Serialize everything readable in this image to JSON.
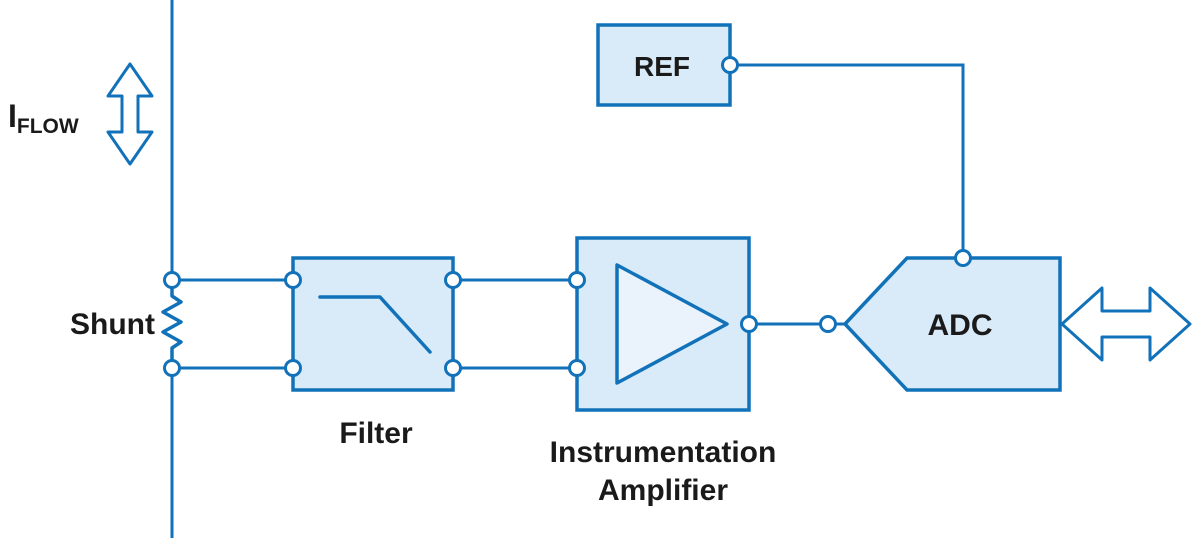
{
  "diagram": {
    "type": "block-diagram",
    "subject": "current-sensing-signal-chain",
    "colors": {
      "accent_blue": "#1272B9",
      "block_fill": "#D9EAF8",
      "text": "#1A1A1A",
      "background": "#FFFFFF"
    },
    "labels": {
      "current_flow_base": "I",
      "current_flow_sub": "FLOW",
      "shunt": "Shunt",
      "filter": "Filter",
      "instrumentation_line1": "Instrumentation",
      "instrumentation_line2": "Amplifier",
      "ref": "REF",
      "adc": "ADC"
    },
    "icons": {
      "current_arrow": "bidirectional-vertical-arrow-icon",
      "resistor": "resistor-zigzag-icon",
      "filter_symbol": "lowpass-filter-icon",
      "amplifier_symbol": "opamp-triangle-icon",
      "data_bus_arrow": "bidirectional-horizontal-arrow-icon"
    },
    "signal_chain": [
      "Shunt",
      "Filter",
      "Instrumentation Amplifier",
      "ADC"
    ],
    "reference_connection": "REF to ADC"
  }
}
